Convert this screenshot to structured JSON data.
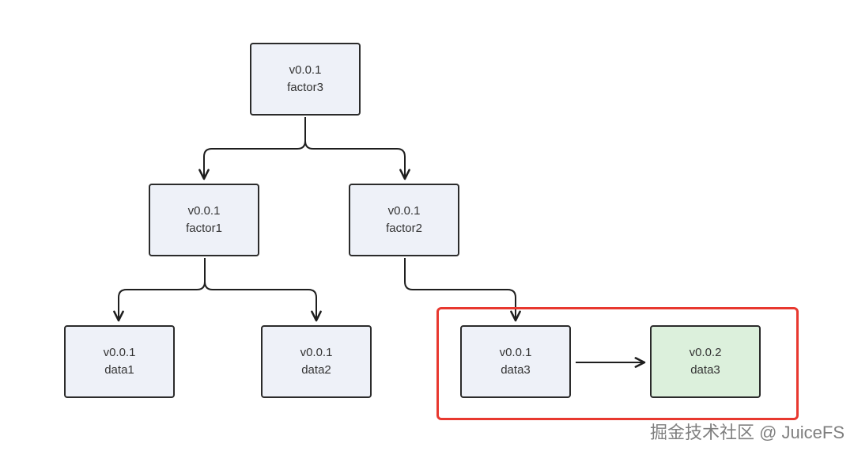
{
  "nodes": {
    "factor3": {
      "version": "v0.0.1",
      "name": "factor3"
    },
    "factor1": {
      "version": "v0.0.1",
      "name": "factor1"
    },
    "factor2": {
      "version": "v0.0.1",
      "name": "factor2"
    },
    "data1": {
      "version": "v0.0.1",
      "name": "data1"
    },
    "data2": {
      "version": "v0.0.1",
      "name": "data2"
    },
    "data3_v1": {
      "version": "v0.0.1",
      "name": "data3"
    },
    "data3_v2": {
      "version": "v0.0.2",
      "name": "data3"
    }
  },
  "watermark": "掘金技术社区 @ JuiceFS",
  "colors": {
    "node_fill": "#eef1f8",
    "node_new_fill": "#dcf0dc",
    "node_border": "#2b2b2b",
    "highlight_border": "#e8382f"
  }
}
